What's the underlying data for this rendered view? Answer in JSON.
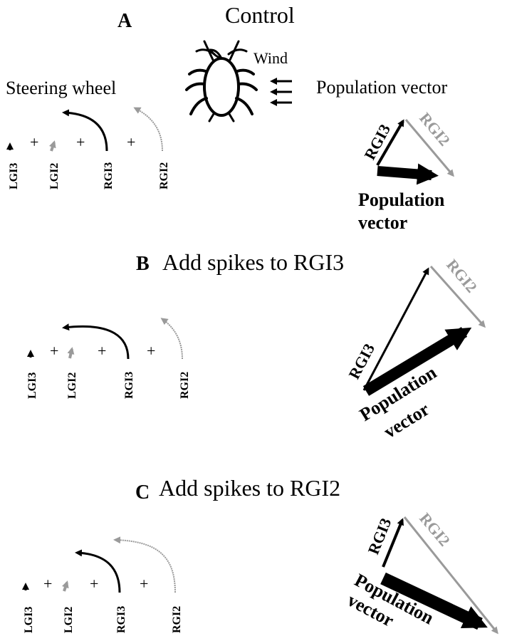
{
  "panel_a": {
    "letter": "A",
    "title": "Control",
    "wind_label": "Wind",
    "steering_label": "Steering wheel",
    "popvec_label": "Population vector",
    "neurons": [
      "LGI3",
      "LGI2",
      "RGI3",
      "RGI2"
    ],
    "plus": "+",
    "vec_rgi3": "RGI3",
    "vec_rgi2": "RGI2",
    "pop_line1": "Population",
    "pop_line2": "vector"
  },
  "panel_b": {
    "letter": "B",
    "title": "Add spikes to RGI3",
    "neurons": [
      "LGI3",
      "LGI2",
      "RGI3",
      "RGI2"
    ],
    "plus": "+",
    "vec_rgi3": "RGI3",
    "vec_rgi2": "RGI2",
    "pop_line1": "Population",
    "pop_line2": "vector"
  },
  "panel_c": {
    "letter": "C",
    "title": "Add spikes to RGI2",
    "neurons": [
      "LGI3",
      "LGI2",
      "RGI3",
      "RGI2"
    ],
    "plus": "+",
    "vec_rgi3": "RGI3",
    "vec_rgi2": "RGI2",
    "pop_line1": "Population",
    "pop_line2": "vector"
  },
  "colors": {
    "black": "#000000",
    "gray": "#9a9a9a"
  }
}
